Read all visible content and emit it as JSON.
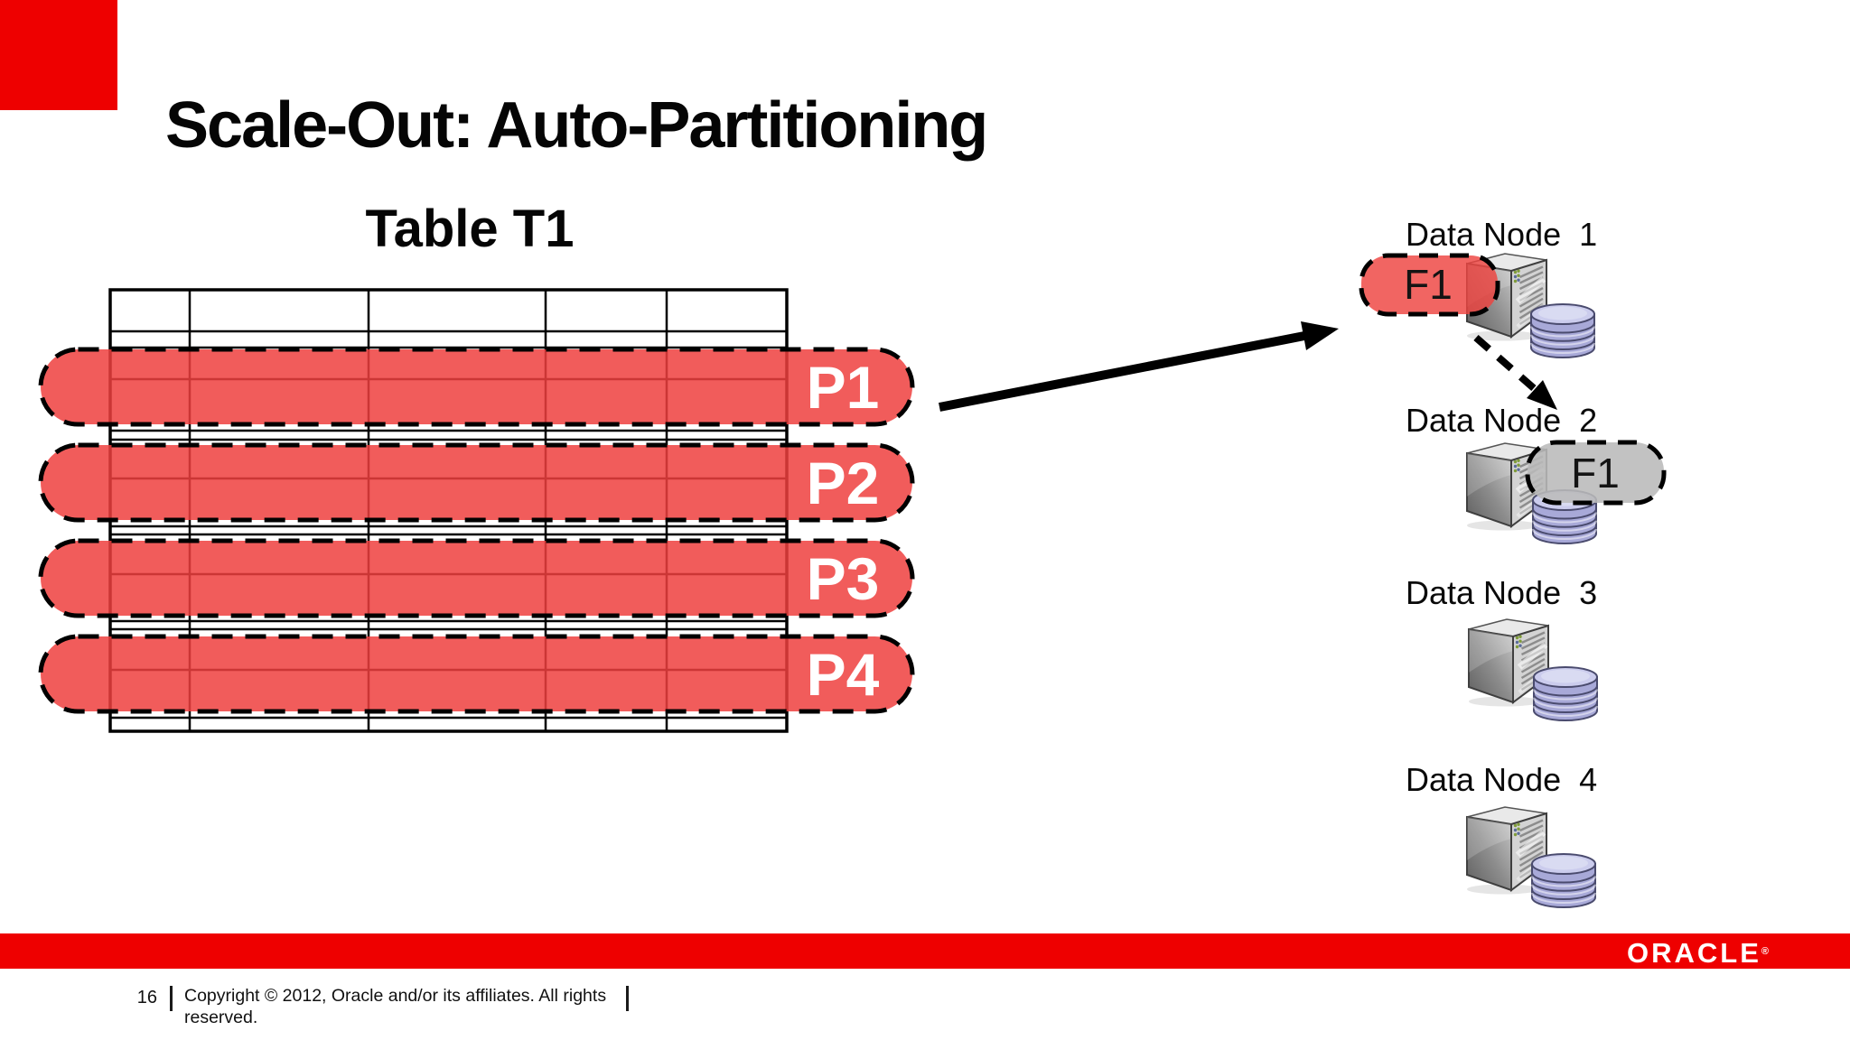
{
  "slide": {
    "title": "Scale-Out: Auto-Partitioning",
    "table": {
      "label": "Table T1",
      "partitions": [
        "P1",
        "P2",
        "P3",
        "P4"
      ]
    },
    "data_nodes": [
      {
        "label": "Data Node  1",
        "fragment_label": "F1",
        "fragment_type": "primary-red"
      },
      {
        "label": "Data Node  2",
        "fragment_label": "F1",
        "fragment_type": "replica-gray"
      },
      {
        "label": "Data Node  3"
      },
      {
        "label": "Data Node  4"
      }
    ]
  },
  "footer": {
    "page_number": "16",
    "copyright_line1": "Copyright © 2012, Oracle and/or its affiliates. All rights",
    "copyright_line2": "reserved.",
    "logo_text": "ORACLE",
    "registered_mark": "®"
  },
  "colors": {
    "accent_red": "#EE0000",
    "partition_red": "#EF403E",
    "replica_gray": "#B9B9B9",
    "disk_lavender": "#A8A9D8",
    "partition_label_white": "#FFFFFF"
  },
  "icons": {
    "server": "server-tower-icon",
    "database": "database-cylinder-icon"
  }
}
